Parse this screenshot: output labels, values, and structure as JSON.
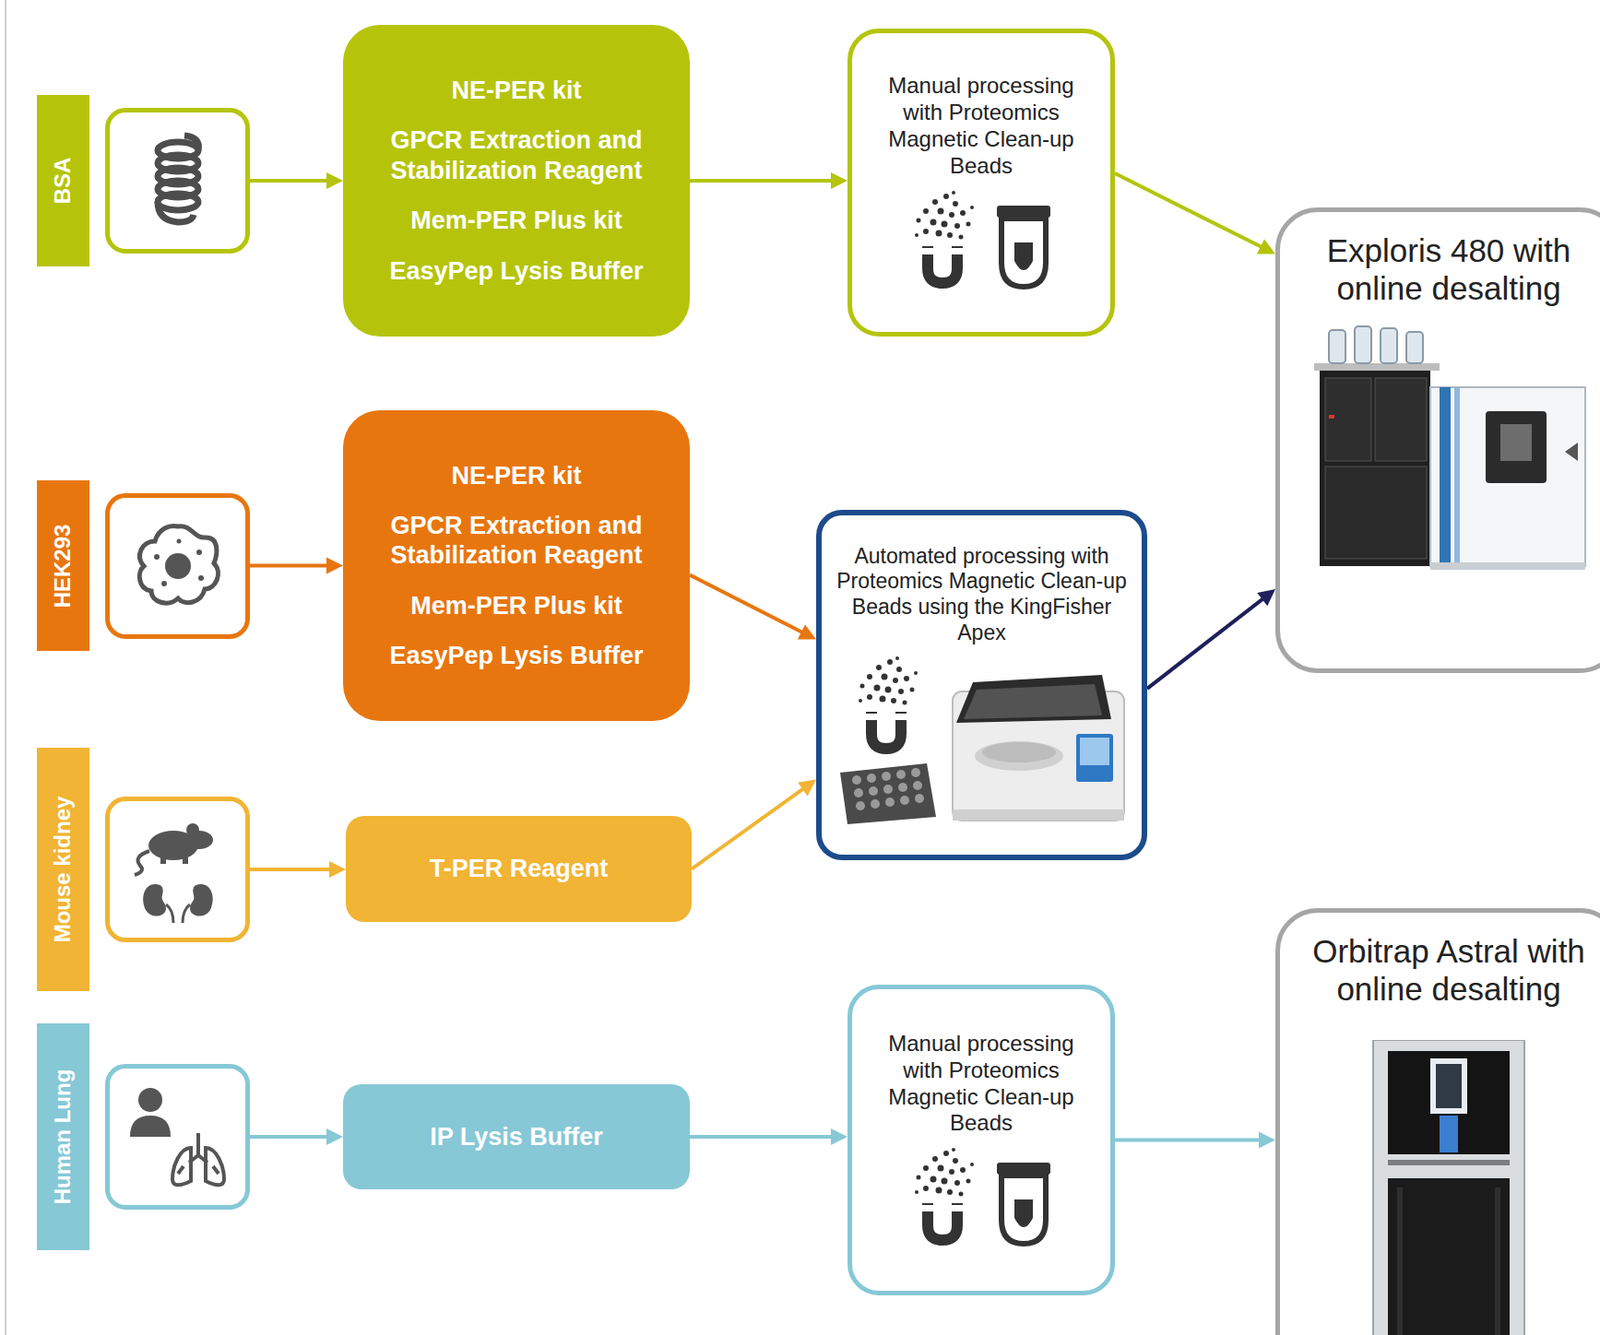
{
  "diagram": {
    "nodes": [
      {
        "text": [
          "BSA"
        ]
      },
      {
        "text": [
          "NE-PER kit",
          "GPCR Extraction and Stabilization Reagent",
          "Mem-PER Plus kit",
          "EasyPep Lysis Buffer"
        ]
      },
      {
        "text": [
          "Manual processing with Proteomics Magnetic Clean-up Beads"
        ]
      },
      {
        "text": [
          "Exploris 480 with online desalting"
        ]
      },
      {
        "text": [
          "HEK293"
        ]
      },
      {
        "text": [
          "NE-PER kit",
          "GPCR Extraction and Stabilization Reagent",
          "Mem-PER Plus kit",
          "EasyPep Lysis Buffer"
        ]
      },
      {
        "text": [
          "Automated processing with Proteomics Magnetic Clean-up Beads using the KingFisher Apex"
        ]
      },
      {
        "text": [
          "Mouse kidney"
        ]
      },
      {
        "text": [
          "T-PER Reagent"
        ]
      },
      {
        "text": [
          "Human Lung"
        ]
      },
      {
        "text": [
          "IP Lysis Buffer"
        ]
      },
      {
        "text": [
          "Manual processing with Proteomics Magnetic Clean-up Beads"
        ]
      },
      {
        "text": [
          "Orbitrap Astral with online desalting"
        ]
      }
    ],
    "edges": [
      {
        "from": 0,
        "to": 1,
        "arrow": "to"
      },
      {
        "from": 1,
        "to": 2,
        "arrow": "to"
      },
      {
        "from": 2,
        "to": 3,
        "arrow": "to"
      },
      {
        "from": 4,
        "to": 5,
        "arrow": "to"
      },
      {
        "from": 5,
        "to": 6,
        "arrow": "to"
      },
      {
        "from": 6,
        "to": 3,
        "arrow": "to"
      },
      {
        "from": 7,
        "to": 8,
        "arrow": "to"
      },
      {
        "from": 8,
        "to": 6,
        "arrow": "to"
      },
      {
        "from": 9,
        "to": 10,
        "arrow": "to"
      },
      {
        "from": 10,
        "to": 11,
        "arrow": "to"
      },
      {
        "from": 11,
        "to": 12,
        "arrow": "to"
      }
    ]
  }
}
